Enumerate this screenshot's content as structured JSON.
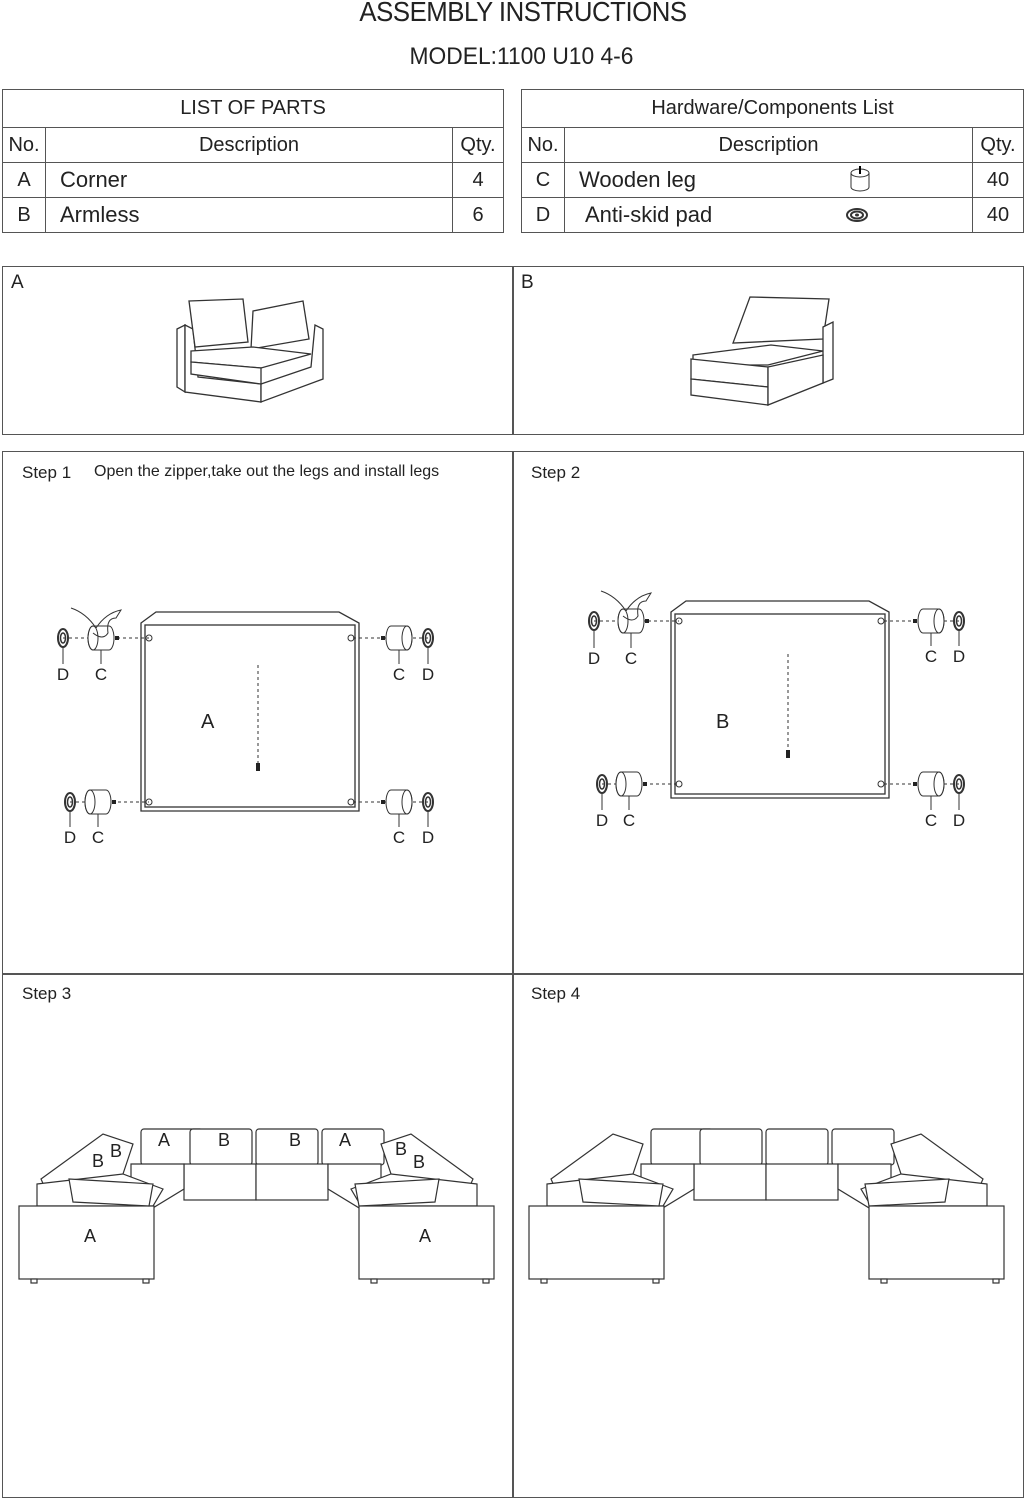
{
  "header": {
    "title": "ASSEMBLY INSTRUCTIONS",
    "model": "MODEL:1100 U10 4-6"
  },
  "parts_list": {
    "title": "LIST  OF  PARTS",
    "columns": [
      "No.",
      "Description",
      "Qty."
    ],
    "rows": [
      {
        "no": "A",
        "desc": "Corner",
        "qty": "4"
      },
      {
        "no": "B",
        "desc": "Armless",
        "qty": "6"
      }
    ]
  },
  "hardware_list": {
    "title": "Hardware/Components List",
    "columns": [
      "No.",
      "Description",
      "Qty."
    ],
    "rows": [
      {
        "no": "C",
        "desc": "Wooden leg",
        "icon": "wooden-leg-icon",
        "qty": "40"
      },
      {
        "no": "D",
        "desc": "Anti-skid pad",
        "icon": "anti-skid-pad-icon",
        "qty": "40"
      }
    ]
  },
  "parts_illustrations": [
    {
      "label": "A"
    },
    {
      "label": "B"
    }
  ],
  "steps": [
    {
      "label": "Step 1",
      "text": "Open the zipper,take out the legs and install legs",
      "part": "A",
      "legs": [
        [
          "D",
          "C"
        ],
        [
          "C",
          "D"
        ],
        [
          "D",
          "C"
        ],
        [
          "C",
          "D"
        ]
      ]
    },
    {
      "label": "Step 2",
      "part": "B",
      "legs": [
        [
          "D",
          "C"
        ],
        [
          "C",
          "D"
        ],
        [
          "D",
          "C"
        ],
        [
          "C",
          "D"
        ]
      ]
    },
    {
      "label": "Step 3",
      "labels": [
        "B",
        "B",
        "A",
        "B",
        "B",
        "A",
        "B",
        "B",
        "A",
        "A"
      ]
    },
    {
      "label": "Step 4"
    }
  ]
}
